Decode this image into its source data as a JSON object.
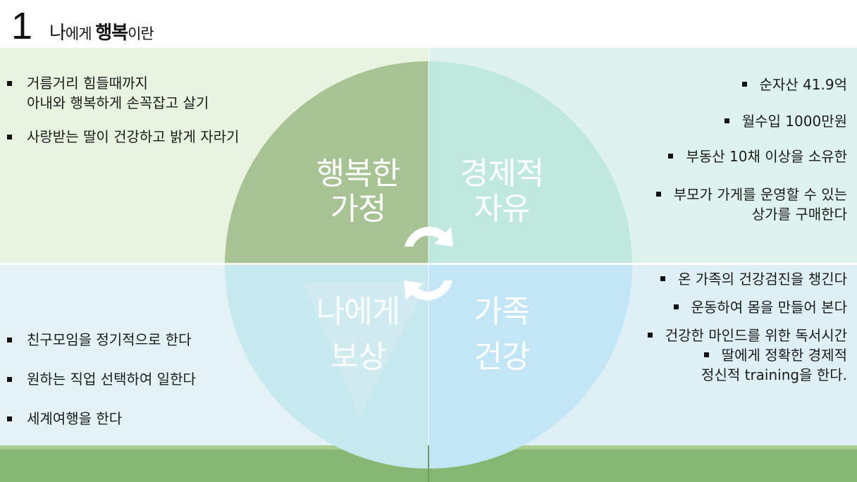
{
  "title": {
    "number": "1",
    "part1": "나",
    "part2": "에게 ",
    "part3": "행복",
    "part4": "이란"
  },
  "quadrants": {
    "top_left": {
      "label_line1": "행복한",
      "label_line2": "가정"
    },
    "top_right": {
      "label_line1": "경제적",
      "label_line2": "자유"
    },
    "bottom_left": {
      "label_line1": "나에게",
      "label_line2": "보상"
    },
    "bottom_right": {
      "label_line1": "가족",
      "label_line2": "건강"
    }
  },
  "lists": {
    "top_left": [
      {
        "line1": "거름거리 힘들때까지",
        "line2": "아내와 행복하게 손꼭잡고 살기"
      },
      {
        "line1": "사랑받는 딸이 건강하고 밝게 자라기"
      }
    ],
    "top_right": [
      {
        "line1": "순자산 41.9억"
      },
      {
        "line1": "월수입 1000만원"
      },
      {
        "line1": "부동산 10채 이상을 소유한"
      },
      {
        "line1": "부모가 가게를 운영할 수 있는",
        "line2": "상가를 구매한다"
      }
    ],
    "bottom_left": [
      {
        "line1": "친구모임을 정기적으로 한다"
      },
      {
        "line1": "원하는 직업 선택하여 일한다"
      },
      {
        "line1": "세계여행을 한다"
      }
    ],
    "bottom_right": [
      {
        "line1": "온 가족의 건강검진을 챙긴다"
      },
      {
        "line1": "운동하여 몸을 만들어 본다"
      },
      {
        "line1": "건강한 마인드를 위한 독서시간"
      },
      {
        "line1": "딸에게 정확한 경제적",
        "line2": "정신적 training을 한다."
      }
    ]
  },
  "colors": {
    "circle_top_left": "#a7c394",
    "circle_top_right": "#bfe8df",
    "circle_bottom_left": "#c6e8ef",
    "circle_bottom_right": "#c3e6f7",
    "green_band": "#86b874"
  }
}
